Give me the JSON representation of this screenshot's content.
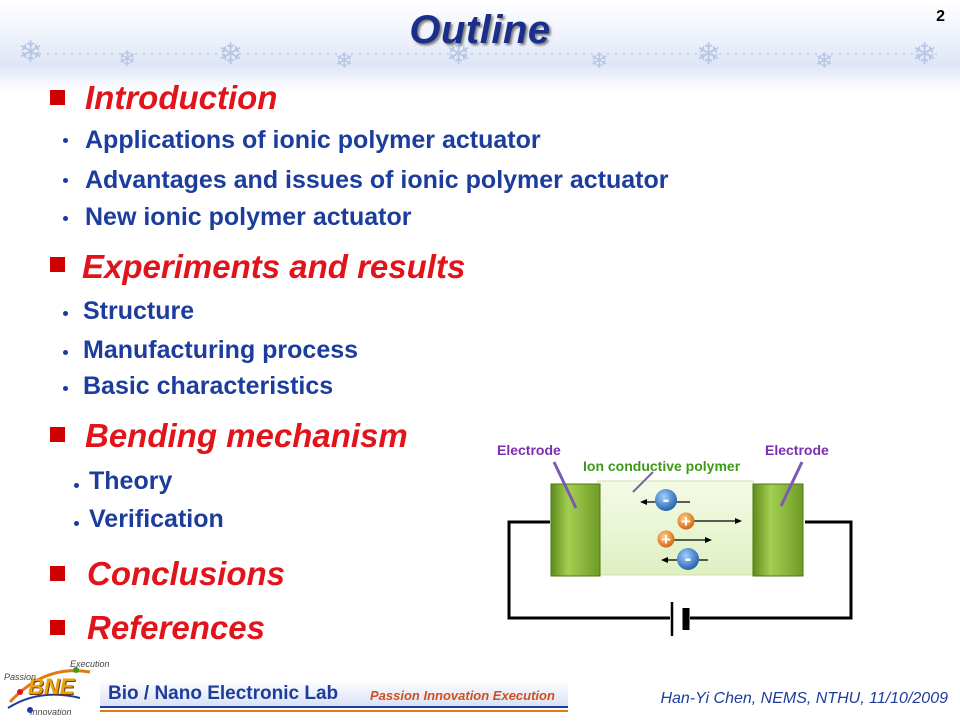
{
  "header": {
    "title": "Outline",
    "page_number": "2"
  },
  "sections": [
    {
      "title": "Introduction",
      "items": [
        "Applications of ionic polymer actuator",
        "Advantages and issues of ionic polymer actuator",
        "New ionic polymer actuator"
      ]
    },
    {
      "title": "Experiments and results",
      "items": [
        "Structure",
        "Manufacturing process",
        "Basic characteristics"
      ]
    },
    {
      "title": "Bending mechanism",
      "items": [
        "Theory",
        "Verification"
      ]
    },
    {
      "title": "Conclusions",
      "items": []
    },
    {
      "title": "References",
      "items": []
    }
  ],
  "diagram": {
    "electrode_left": "Electrode",
    "electrode_right": "Electrode",
    "polymer_label": "Ion conductive polymer",
    "ions": [
      "-",
      "+",
      "+",
      "-"
    ],
    "colors": {
      "electrode_label": "#7b2fb0",
      "polymer_label": "#3c9a18",
      "electrode_fill": "#8dbd3a",
      "anion": "#2c6fc0",
      "cation": "#e07a16"
    }
  },
  "footer": {
    "lab_name": "Bio / Nano Electronic Lab",
    "lab_motto": "Passion Innovation Execution",
    "logo_text": "BNE",
    "logo_words": [
      "Execution",
      "Passion",
      "Innovation"
    ],
    "author": "Han-Yi Chen, NEMS, NTHU, 11/10/2009"
  },
  "colors": {
    "title": "#1b2f8a",
    "section": "#e0141a",
    "item": "#1c3d9c"
  }
}
